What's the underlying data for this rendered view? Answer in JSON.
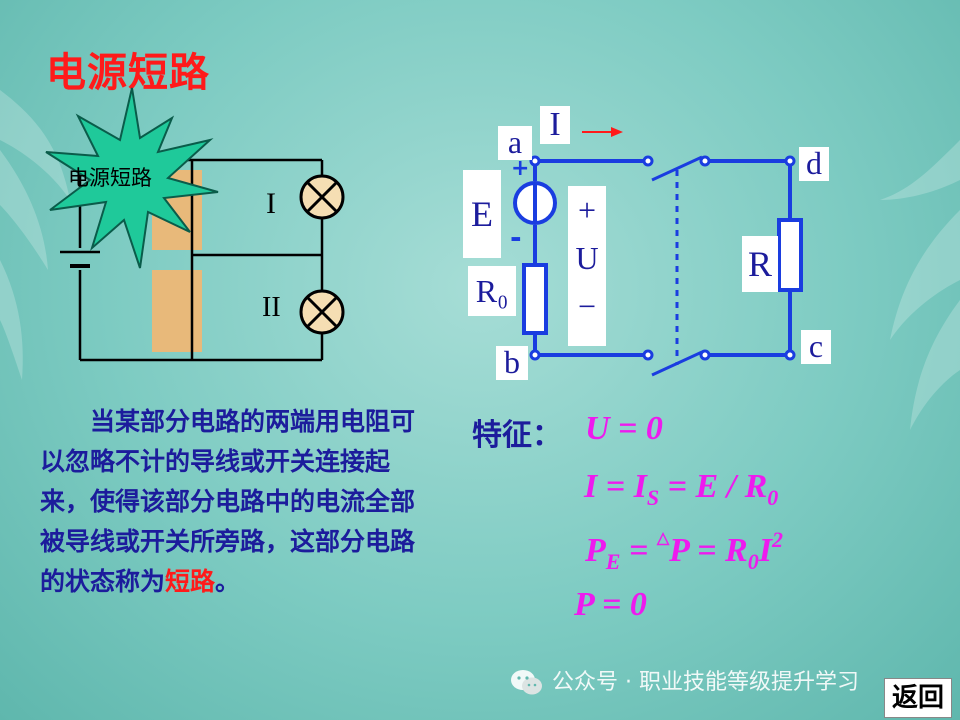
{
  "title": "电源短路",
  "left_diagram": {
    "burst_label": "电源短路",
    "lamp1_label": "I",
    "lamp2_label": "II"
  },
  "right_diagram": {
    "current_label": "I",
    "node_a": "a",
    "node_b": "b",
    "node_c": "c",
    "node_d": "d",
    "source_label": "E",
    "source_plus": "+",
    "source_minus": "-",
    "internal_resistor": "R₀",
    "voltage_plus": "+",
    "voltage_label": "U",
    "voltage_minus": "−",
    "load_resistor": "R"
  },
  "description": {
    "text_before": "当某部分电路的两端用电阻可以忽略不计的导线或开关连接起来，使得该部分电路中的电流全部被导线或开关所旁路，这部分电路的状态称为",
    "highlight": "短路",
    "text_after": "。"
  },
  "features": {
    "label": "特征：",
    "f1": "U = 0",
    "f2_a": "I = I",
    "f2_sub": "S",
    "f2_b": " = E / R",
    "f2_sub2": "0",
    "f3_a": "P",
    "f3_sub": "E",
    "f3_b": " = ",
    "f3_tri": "△",
    "f3_c": "P = R",
    "f3_sub2": "0",
    "f3_d": "I",
    "f3_sup": "2",
    "f4": "P = 0"
  },
  "watermark": "公众号 · 职业技能等级提升学习",
  "return_button": "返回",
  "colors": {
    "wire": "#1a3de0",
    "title": "#ff1a1a",
    "text": "#1c1c9c",
    "formula": "#ee1aee"
  }
}
